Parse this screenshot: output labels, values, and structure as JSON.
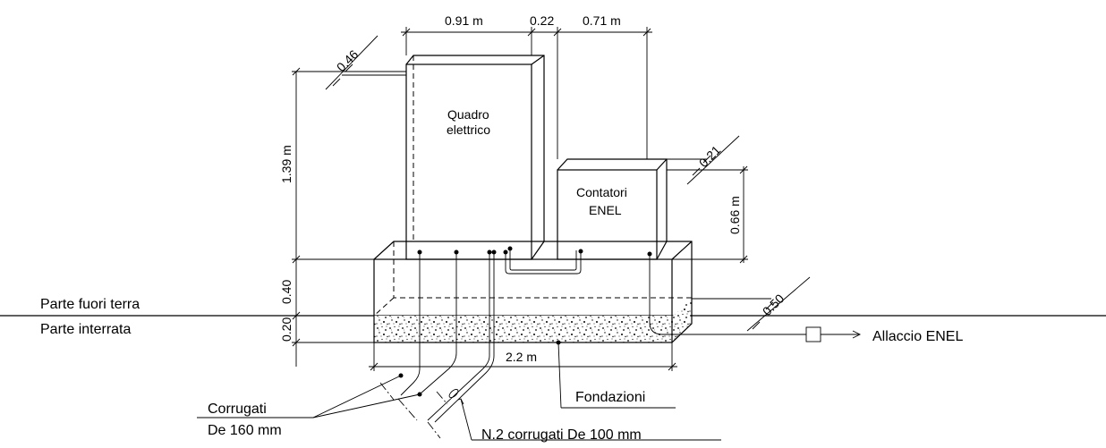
{
  "labels": {
    "quadro_line1": "Quadro",
    "quadro_line2": "elettrico",
    "contatori_line1": "Contatori",
    "contatori_line2": "ENEL",
    "parte_fuori_terra": "Parte fuori terra",
    "parte_interrata": "Parte interrata",
    "allaccio": "Allaccio ENEL",
    "fondazioni": "Fondazioni",
    "corrugati_line1": "Corrugati",
    "corrugati_line2": "De 160 mm",
    "corrugati_100": "N.2 corrugati De 100 mm"
  },
  "dimensions": {
    "quadro_width": "0.91 m",
    "gap": "0.22",
    "contatori_width": "0.71 m",
    "quadro_depth": "0.46",
    "quadro_height": "1.39 m",
    "contatori_depth": "0.21",
    "contatori_height": "0.66 m",
    "base_above": "0.40",
    "base_below": "0.20",
    "base_depth": "0.50",
    "base_length": "2.2 m"
  }
}
